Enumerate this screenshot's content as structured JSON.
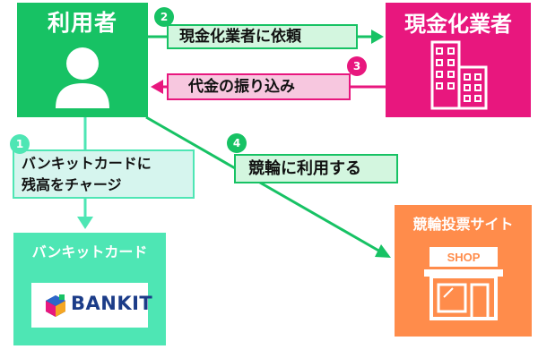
{
  "nodes": {
    "user": {
      "title": "利用者",
      "color": "#17c264"
    },
    "exchanger": {
      "title": "現金化業者",
      "color": "#e8177e"
    },
    "bankit_card": {
      "title": "バンキットカード",
      "logo_text": "BANKIT",
      "color": "#4ee6b4"
    },
    "betting_site": {
      "title": "競輪投票サイト",
      "shop_sign": "SHOP",
      "color": "#ff8c4b"
    }
  },
  "steps": [
    {
      "number": "1",
      "lines": [
        "バンキットカードに",
        "残高をチャージ"
      ]
    },
    {
      "number": "2",
      "text": "現金化業者に依頼"
    },
    {
      "number": "3",
      "text": "代金の振り込み"
    },
    {
      "number": "4",
      "text": "競輪に利用する"
    }
  ],
  "icons": {
    "user": "person-icon",
    "exchanger": "building-icon",
    "betting_site": "shop-icon",
    "bankit_logo": "bankit-logo-mark"
  }
}
